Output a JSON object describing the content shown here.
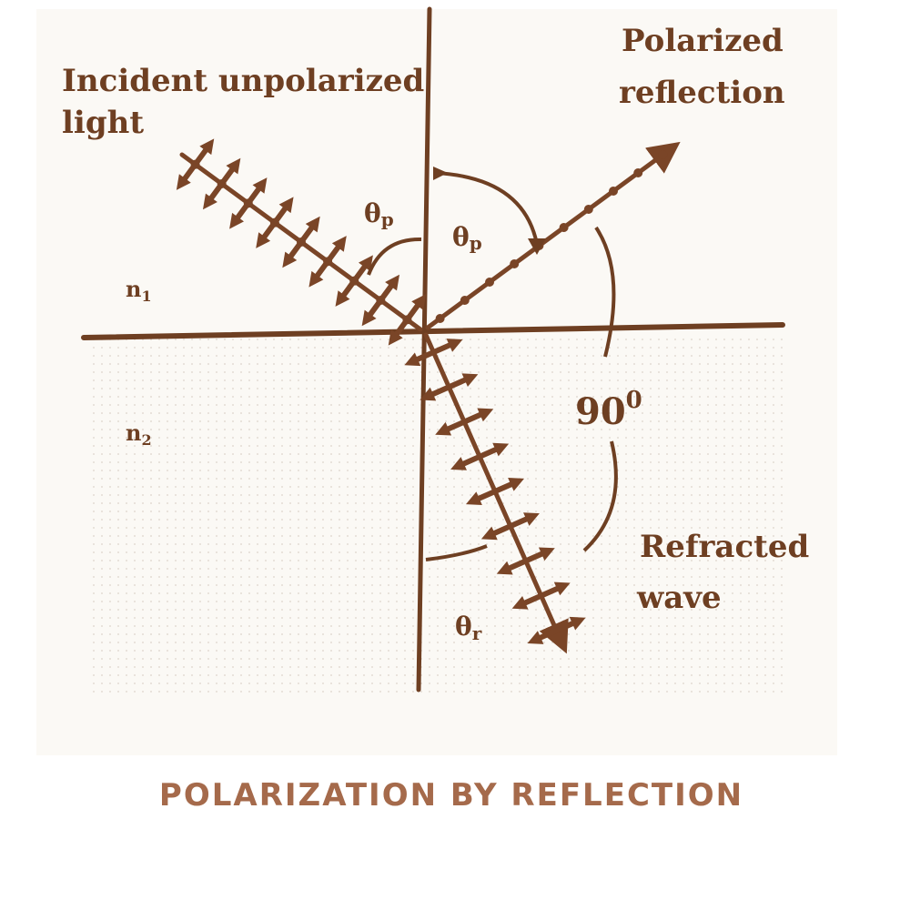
{
  "colors": {
    "ink": "#6e3f22",
    "paper": "#fbf9f5",
    "caption": "#a56a4b",
    "beam": "#7a4527"
  },
  "labels": {
    "incident_line1": "Incident unpolarized",
    "incident_line2": "light",
    "reflected_line1": "Polarized",
    "reflected_line2": "reflection",
    "refracted_line1": "Refracted",
    "refracted_line2": "wave",
    "n1": "n",
    "n1_sub": "1",
    "n2": "n",
    "n2_sub": "2",
    "theta_p_left": "θ",
    "theta_p_left_sub": "p",
    "theta_p_right": "θ",
    "theta_p_right_sub": "p",
    "theta_r": "θ",
    "theta_r_sub": "r",
    "right_angle": "90",
    "right_angle_sup": "0"
  },
  "caption": "POLARIZATION BY REFLECTION"
}
